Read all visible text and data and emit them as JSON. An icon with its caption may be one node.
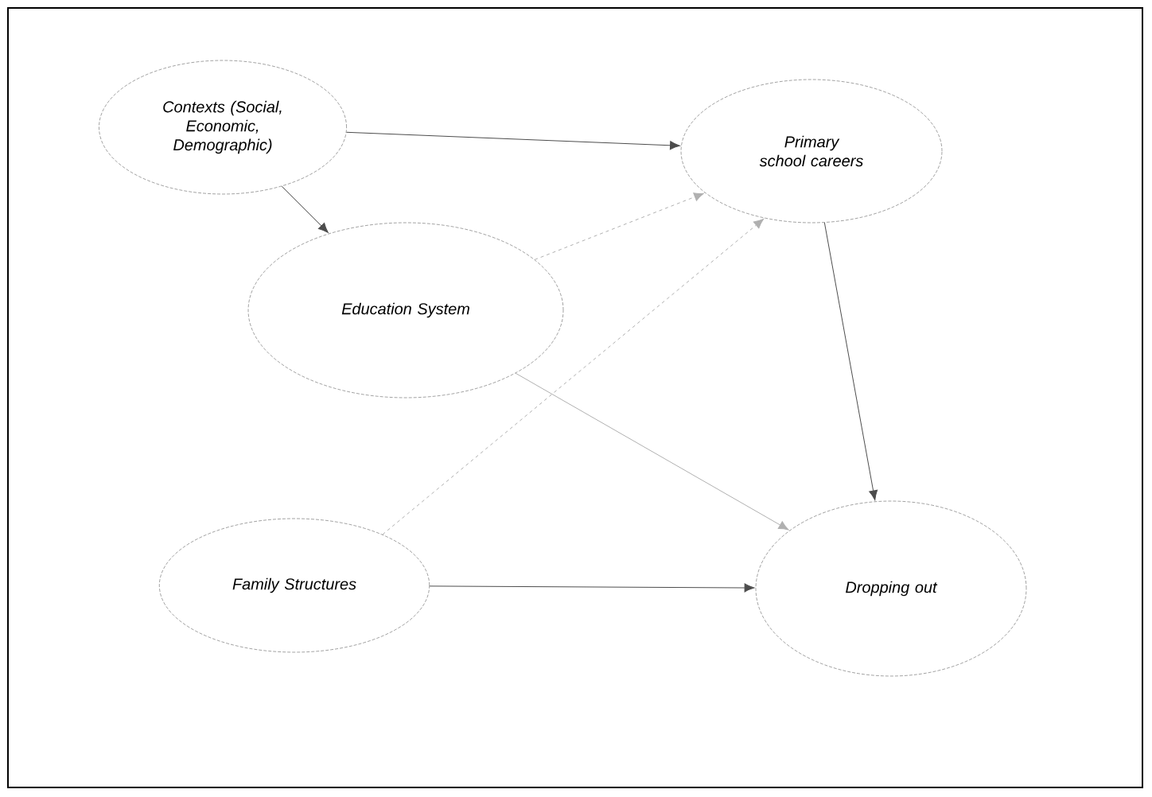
{
  "diagram": {
    "nodes": [
      {
        "text": [
          "Contexts (Social, Economic, Demographic)"
        ]
      },
      {
        "text": [
          "Primary school careers"
        ]
      },
      {
        "text": [
          "Education System"
        ]
      },
      {
        "text": [
          "Family Structures"
        ]
      },
      {
        "text": [
          "Dropping out"
        ]
      }
    ],
    "edges": [
      {
        "from": 0,
        "to": 1,
        "arrow": "to"
      },
      {
        "from": 0,
        "to": 2,
        "arrow": "to"
      },
      {
        "from": 2,
        "to": 1,
        "arrow": "to",
        "style": "dashed",
        "color": "#b0b0b0"
      },
      {
        "from": 3,
        "to": 1,
        "arrow": "to",
        "style": "dashed",
        "color": "#b0b0b0"
      },
      {
        "from": 2,
        "to": 4,
        "arrow": "to",
        "color": "#b0b0b0"
      },
      {
        "from": 1,
        "to": 4,
        "arrow": "to"
      },
      {
        "from": 3,
        "to": 4,
        "arrow": "to"
      }
    ]
  }
}
